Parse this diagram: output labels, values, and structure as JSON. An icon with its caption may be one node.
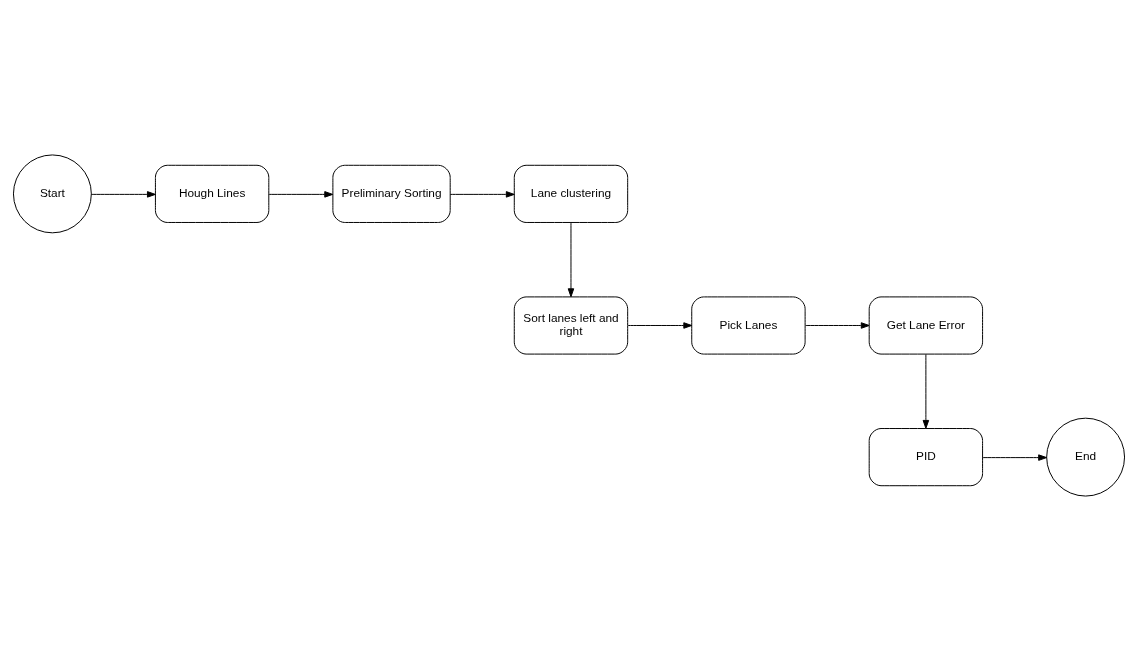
{
  "diagram": {
    "nodes": [
      {
        "text": [
          "Start"
        ]
      },
      {
        "text": [
          "Hough Lines"
        ]
      },
      {
        "text": [
          "Preliminary Sorting"
        ]
      },
      {
        "text": [
          "Lane clustering"
        ]
      },
      {
        "text": [
          "Sort lanes left and right"
        ]
      },
      {
        "text": [
          "Pick Lanes"
        ]
      },
      {
        "text": [
          "Get Lane Error"
        ]
      },
      {
        "text": [
          "PID"
        ]
      },
      {
        "text": [
          "End"
        ]
      }
    ],
    "edges": [
      {
        "from": 0,
        "to": 1,
        "arrow": "to"
      },
      {
        "from": 1,
        "to": 2,
        "arrow": "to"
      },
      {
        "from": 2,
        "to": 3,
        "arrow": "to"
      },
      {
        "from": 3,
        "to": 4,
        "arrow": "to"
      },
      {
        "from": 4,
        "to": 5,
        "arrow": "to"
      },
      {
        "from": 5,
        "to": 6,
        "arrow": "to"
      },
      {
        "from": 6,
        "to": 7,
        "arrow": "to"
      },
      {
        "from": 7,
        "to": 8,
        "arrow": "to"
      }
    ]
  }
}
